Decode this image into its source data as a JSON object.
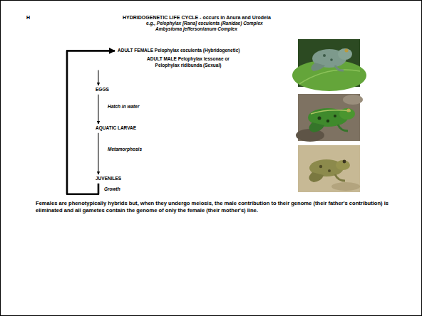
{
  "diagram": {
    "title": "HYDRIDOGENETIC LIFE CYCLE - occurs in Anura and Urodela",
    "caption": "Females are phenotypically hybrids but, when they undergo meiosis, the male contribution to their genome (their father's contribution) is eliminated and all gametes contain the genome of only the female (their mother's) line.",
    "nodes": [
      {
        "text": [
          "ADULT FEMALE Pelophylax esculenta (Hybridogenetic)"
        ]
      },
      {
        "text": [
          "ADULT MALE Pelophylax lessonae or Pelophylax ridibunda (Sexual)"
        ]
      },
      {
        "text": [
          "EGGS"
        ]
      },
      {
        "text": [
          "AQUATIC LARVAE"
        ]
      },
      {
        "text": [
          "JUVENILES"
        ]
      }
    ],
    "edges": [
      {
        "from": 1,
        "to": 2,
        "arrow": "to"
      },
      {
        "from": 2,
        "to": 3,
        "label": "Hatch in water",
        "arrow": "to"
      },
      {
        "from": 3,
        "to": 4,
        "label": "Metamorphosis",
        "arrow": "to"
      },
      {
        "from": 4,
        "to": 0,
        "label": "Growth",
        "arrow": "to"
      }
    ],
    "labels": [
      "H",
      "e.g., Pelophylax [Rana] esculenta (Ranidae) Complex",
      "Ambystoma jeffersonianum Complex"
    ]
  }
}
